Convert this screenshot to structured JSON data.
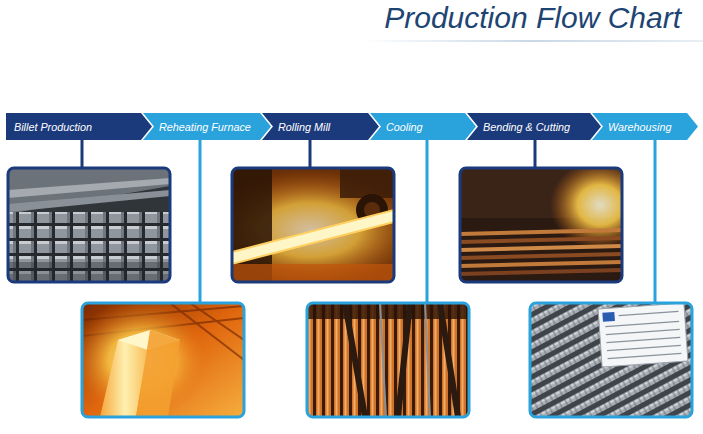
{
  "diagram": {
    "title": "Production Flow Chart",
    "nodes": [
      {
        "text": [
          "Billet Production"
        ]
      },
      {
        "text": [
          "Reheating Furnace"
        ]
      },
      {
        "text": [
          "Rolling Mill"
        ]
      },
      {
        "text": [
          "Cooling"
        ]
      },
      {
        "text": [
          "Bending & Cutting"
        ]
      },
      {
        "text": [
          "Warehousing"
        ]
      }
    ]
  }
}
